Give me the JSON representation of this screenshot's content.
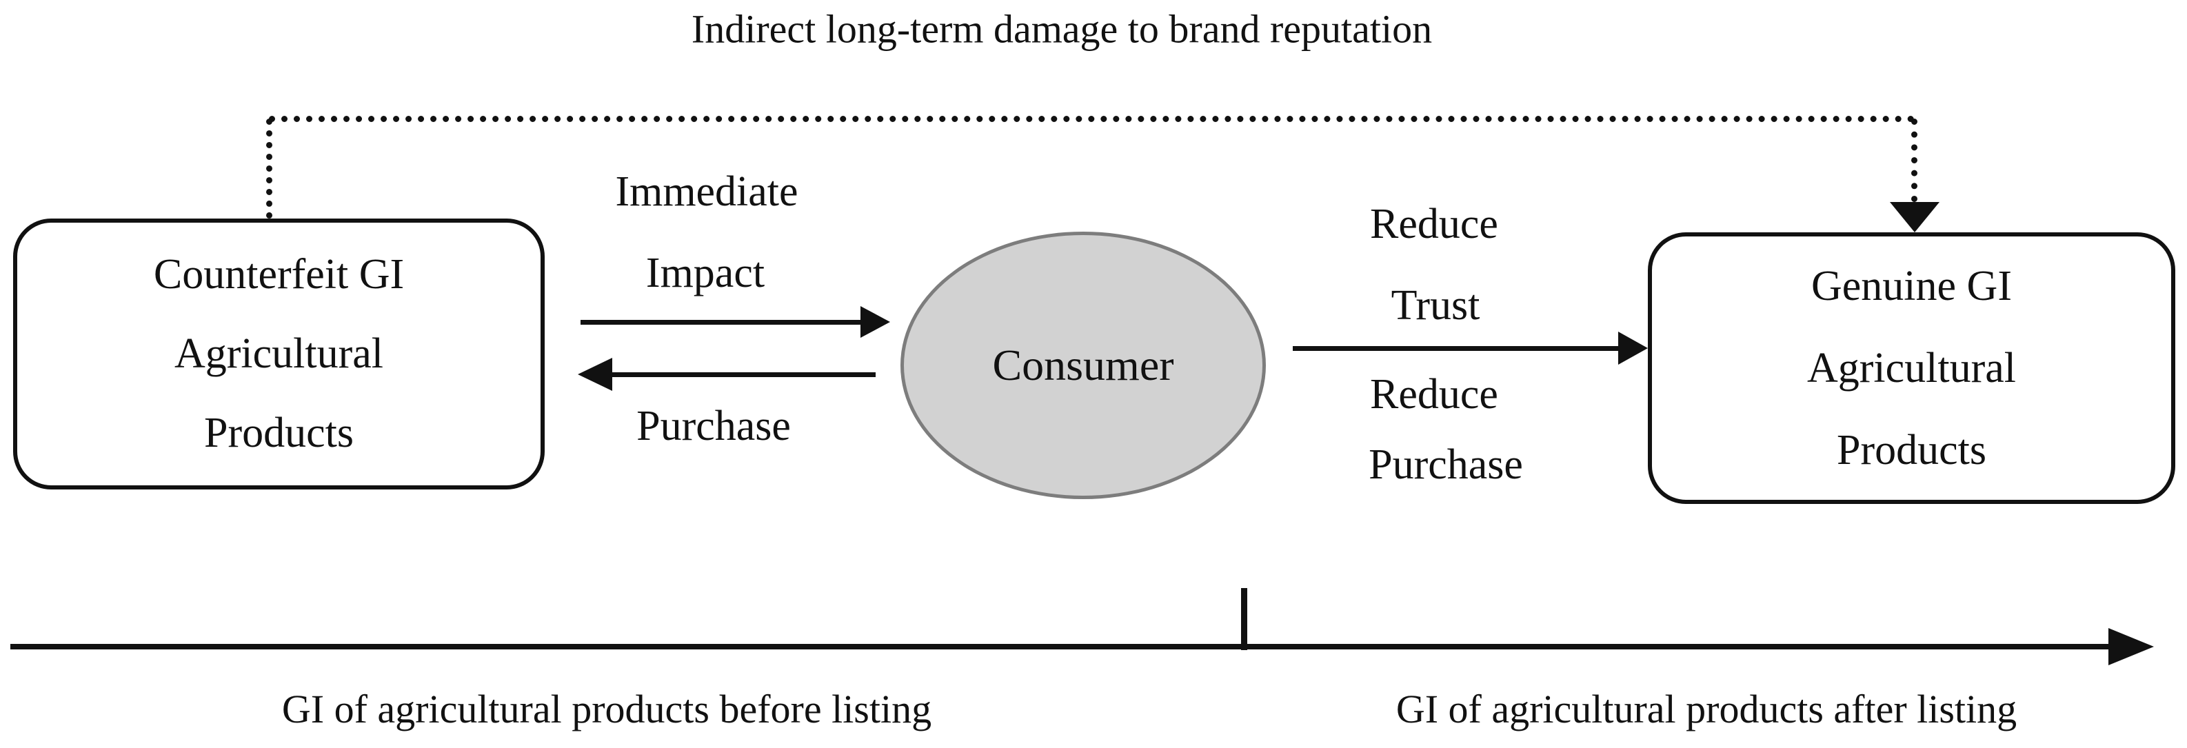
{
  "figure": {
    "title": "Indirect long-term damage to brand reputation",
    "nodes": {
      "counterfeit": {
        "lines": [
          "Counterfeit GI",
          "Agricultural",
          "Products"
        ]
      },
      "consumer": {
        "label": "Consumer"
      },
      "genuine": {
        "lines": [
          "Genuine GI",
          "Agricultural",
          "Products"
        ]
      }
    },
    "edges": {
      "counterfeit_to_consumer": {
        "lines": [
          "Immediate",
          "Impact"
        ]
      },
      "consumer_to_counterfeit": {
        "label": "Purchase"
      },
      "consumer_to_genuine": {
        "lines": [
          "Reduce",
          "Trust",
          "Reduce",
          "Purchase"
        ]
      }
    },
    "timeline": {
      "before": "GI of agricultural products before listing",
      "after": "GI of agricultural products after listing"
    },
    "colors": {
      "ink": "#111111",
      "consumer_fill": "#d2d2d2",
      "consumer_stroke": "#7d7d7d",
      "background": "#ffffff"
    }
  }
}
